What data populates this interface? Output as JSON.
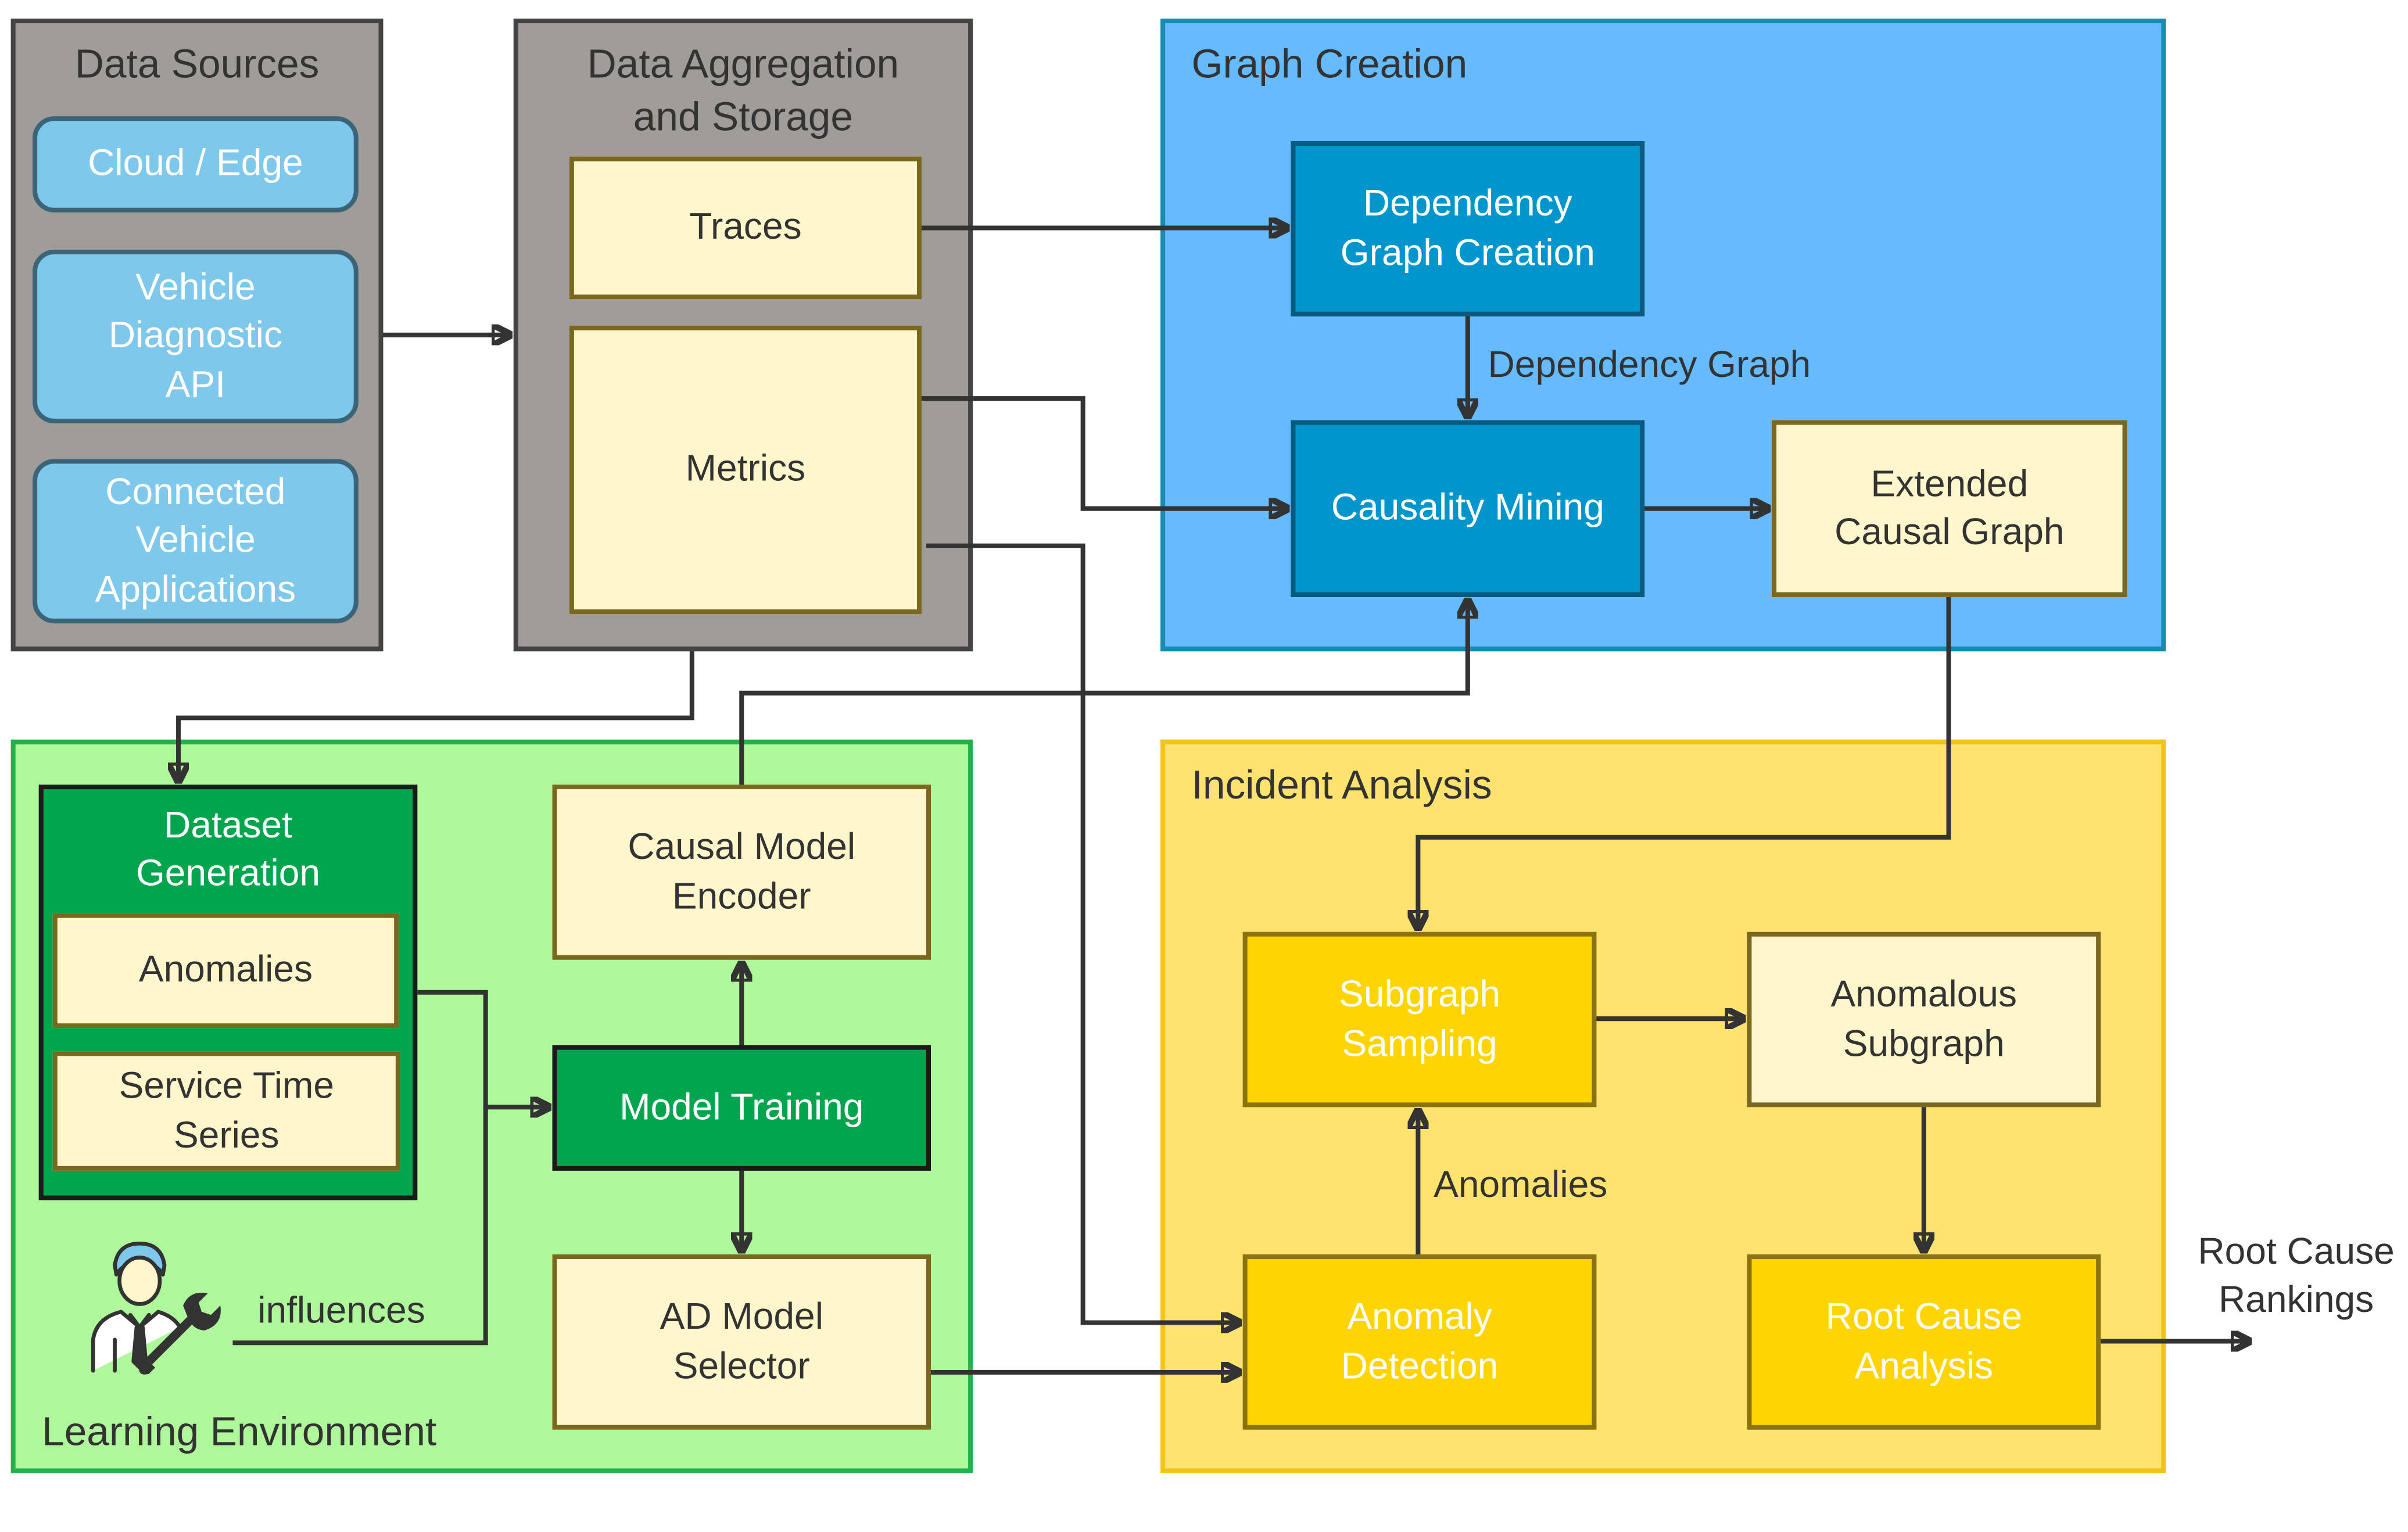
{
  "groups": {
    "data_sources": {
      "title": "Data Sources",
      "color": "#a09c98"
    },
    "aggregation": {
      "title": "Data Aggregation\nand Storage",
      "color": "#a09c98"
    },
    "graph_creation": {
      "title": "Graph Creation",
      "color": "#66bbff"
    },
    "learning": {
      "title": "Learning Environment",
      "color": "#aef79a"
    },
    "incident": {
      "title": "Incident Analysis",
      "color": "#ffe36e"
    }
  },
  "sources": {
    "cloud_edge": "Cloud / Edge",
    "vehicle_api": "Vehicle\nDiagnostic\nAPI",
    "connected_apps": "Connected\nVehicle\nApplications"
  },
  "storage": {
    "traces": "Traces",
    "metrics": "Metrics"
  },
  "graph": {
    "dependency_creation": "Dependency\nGraph Creation",
    "causality_mining": "Causality Mining",
    "extended_graph": "Extended\nCausal Graph",
    "dependency_graph_label": "Dependency Graph"
  },
  "learning": {
    "dataset_generation": "Dataset\nGeneration",
    "anomalies": "Anomalies",
    "service_time_series": "Service Time\nSeries",
    "causal_model_encoder": "Causal Model\nEncoder",
    "model_training": "Model Training",
    "ad_model_selector": "AD Model\nSelector",
    "influences": "influences",
    "engineer_icon": "engineer-icon"
  },
  "incident": {
    "subgraph_sampling": "Subgraph\nSampling",
    "anomalous_subgraph": "Anomalous\nSubgraph",
    "anomaly_detection": "Anomaly\nDetection",
    "root_cause_analysis": "Root Cause\nAnalysis",
    "anomalies_label": "Anomalies"
  },
  "output": {
    "rankings": "Root Cause\nRankings"
  }
}
